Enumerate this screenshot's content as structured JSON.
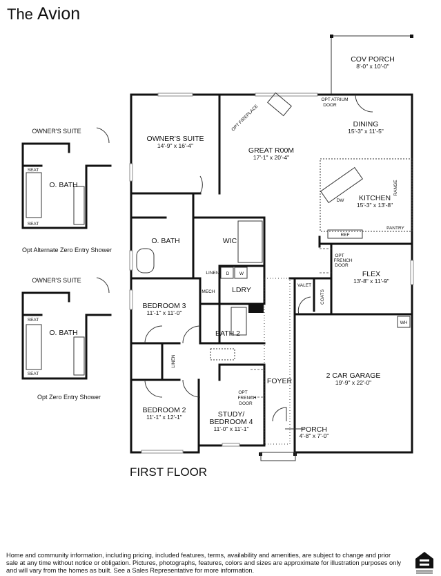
{
  "title": {
    "prefix": "The",
    "name": "Avion"
  },
  "floor_label": "FIRST FLOOR",
  "rooms": {
    "cov_porch": {
      "name": "COV PORCH",
      "dims": "8'-0\" x 10'-0\""
    },
    "atrium": {
      "line1": "OPT ATRIUM",
      "line2": "DOOR"
    },
    "dining": {
      "name": "DINING",
      "dims": "15'-3\" x 11'-5\""
    },
    "great_room": {
      "name": "GREAT R00M",
      "dims": "17'-1\" x 20'-4\""
    },
    "fireplace": "OPT FIREPLACE",
    "owners_suite": {
      "name": "OWNER'S SUITE",
      "dims": "14'-9\" x 16'-4\""
    },
    "kitchen": {
      "name": "KITCHEN",
      "dims": "15'-3\" x 13'-8\""
    },
    "range": "RANGE",
    "dw": "DW",
    "ref": "REF",
    "pantry": "PANTRY",
    "obath": "O. BATH",
    "wic": "WIC",
    "flex": {
      "name": "FLEX",
      "dims": "13'-8\" x 11'-9\""
    },
    "flex_door": {
      "line1": "OPT",
      "line2": "FRENCH",
      "line3": "DOOR"
    },
    "linen1": "LINEN",
    "d": "D",
    "w": "W",
    "ldry": "LDRY",
    "mech": "MECH",
    "valet": "VALET",
    "coats": "COATS",
    "bedroom3": {
      "name": "BEDROOM 3",
      "dims": "11'-1\" x 11'-0\""
    },
    "bath2": "BATH 2",
    "wh": "WH",
    "linen2": "LINEN",
    "foyer": "FOYER",
    "garage": {
      "name": "2 CAR GARAGE",
      "dims": "19'-9\" x 22'-0\""
    },
    "study_door": {
      "line1": "OPT",
      "line2": "FRENCH",
      "line3": "DOOR"
    },
    "bedroom2": {
      "name": "BEDROOM 2",
      "dims": "11'-1\" x 12'-1\""
    },
    "study": {
      "line1": "STUDY/",
      "line2": "BEDROOM 4",
      "dims": "11'-0\" x 11'-1\""
    },
    "porch": {
      "name": "PORCH",
      "dims": "4'-8\" x 7'-0\""
    }
  },
  "insets": [
    {
      "suite": "OWNER'S SUITE",
      "seat1": "SEAT",
      "bath": "O. BATH",
      "seat2": "SEAT",
      "caption": "Opt Alternate Zero Entry Shower"
    },
    {
      "suite": "OWNER'S SUITE",
      "seat1": "SEAT",
      "bath": "O. BATH",
      "seat2": "SEAT",
      "caption": "Opt Zero Entry Shower"
    }
  ],
  "disclaimer": "Home and community information, including pricing, included features, terms, availability and amenities, are subject to change and prior sale at any time without notice or obligation. Pictures, photographs, features, colors and sizes are approximate for illustration purposes only and will vary from the homes as built. See a Sales Representative for more information.",
  "logo_text": "EQUAL HOUSING OPPORTUNITY"
}
